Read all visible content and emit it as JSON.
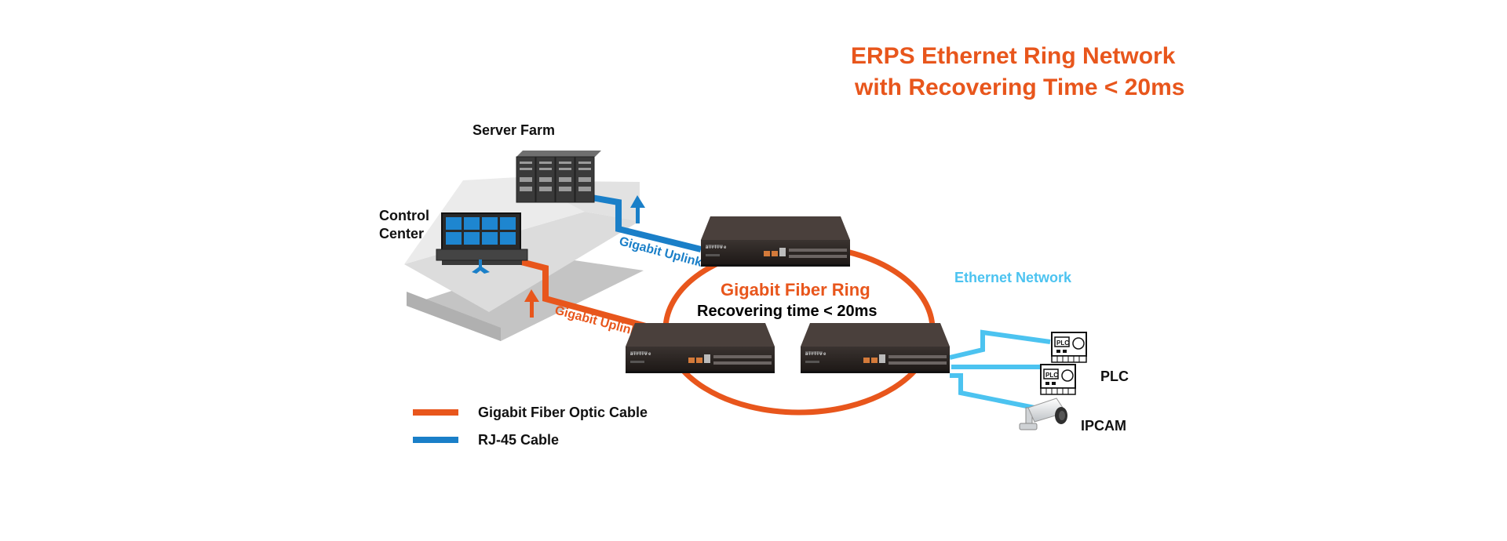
{
  "title": {
    "line1": "ERPS Ethernet Ring Network",
    "line2": "with Recovering Time < 20ms"
  },
  "labels": {
    "server_farm": "Server Farm",
    "control_center_1": "Control",
    "control_center_2": "Center",
    "gigabit_uplink_blue": "Gigabit Uplink",
    "gigabit_uplink_orange": "Gigabit Uplink",
    "ring_title": "Gigabit Fiber Ring",
    "ring_sub": "Recovering time < 20ms",
    "ethernet_network": "Ethernet Network",
    "plc": "PLC",
    "ipcam": "IPCAM",
    "plc_device": "PLC",
    "switch_brand": "airlive"
  },
  "legend": [
    {
      "label": "Gigabit Fiber Optic Cable",
      "color": "#e8561c"
    },
    {
      "label": "RJ-45 Cable",
      "color": "#1a7fc8"
    }
  ],
  "colors": {
    "fiber": "#e8561c",
    "rj45": "#1a7fc8",
    "ethernet": "#4cc3f0",
    "title": "#e8561c",
    "ring_sub": "#000000",
    "platform_top": "#e6e6e6",
    "platform_side": "#c4c4c4",
    "switch_body": "#2a2422"
  },
  "icons": {
    "server": "server-rack-icon",
    "monitor": "video-wall-icon",
    "switch": "network-switch-icon",
    "plc": "plc-controller-icon",
    "camera": "ip-camera-icon",
    "arrow": "up-arrow-icon"
  }
}
